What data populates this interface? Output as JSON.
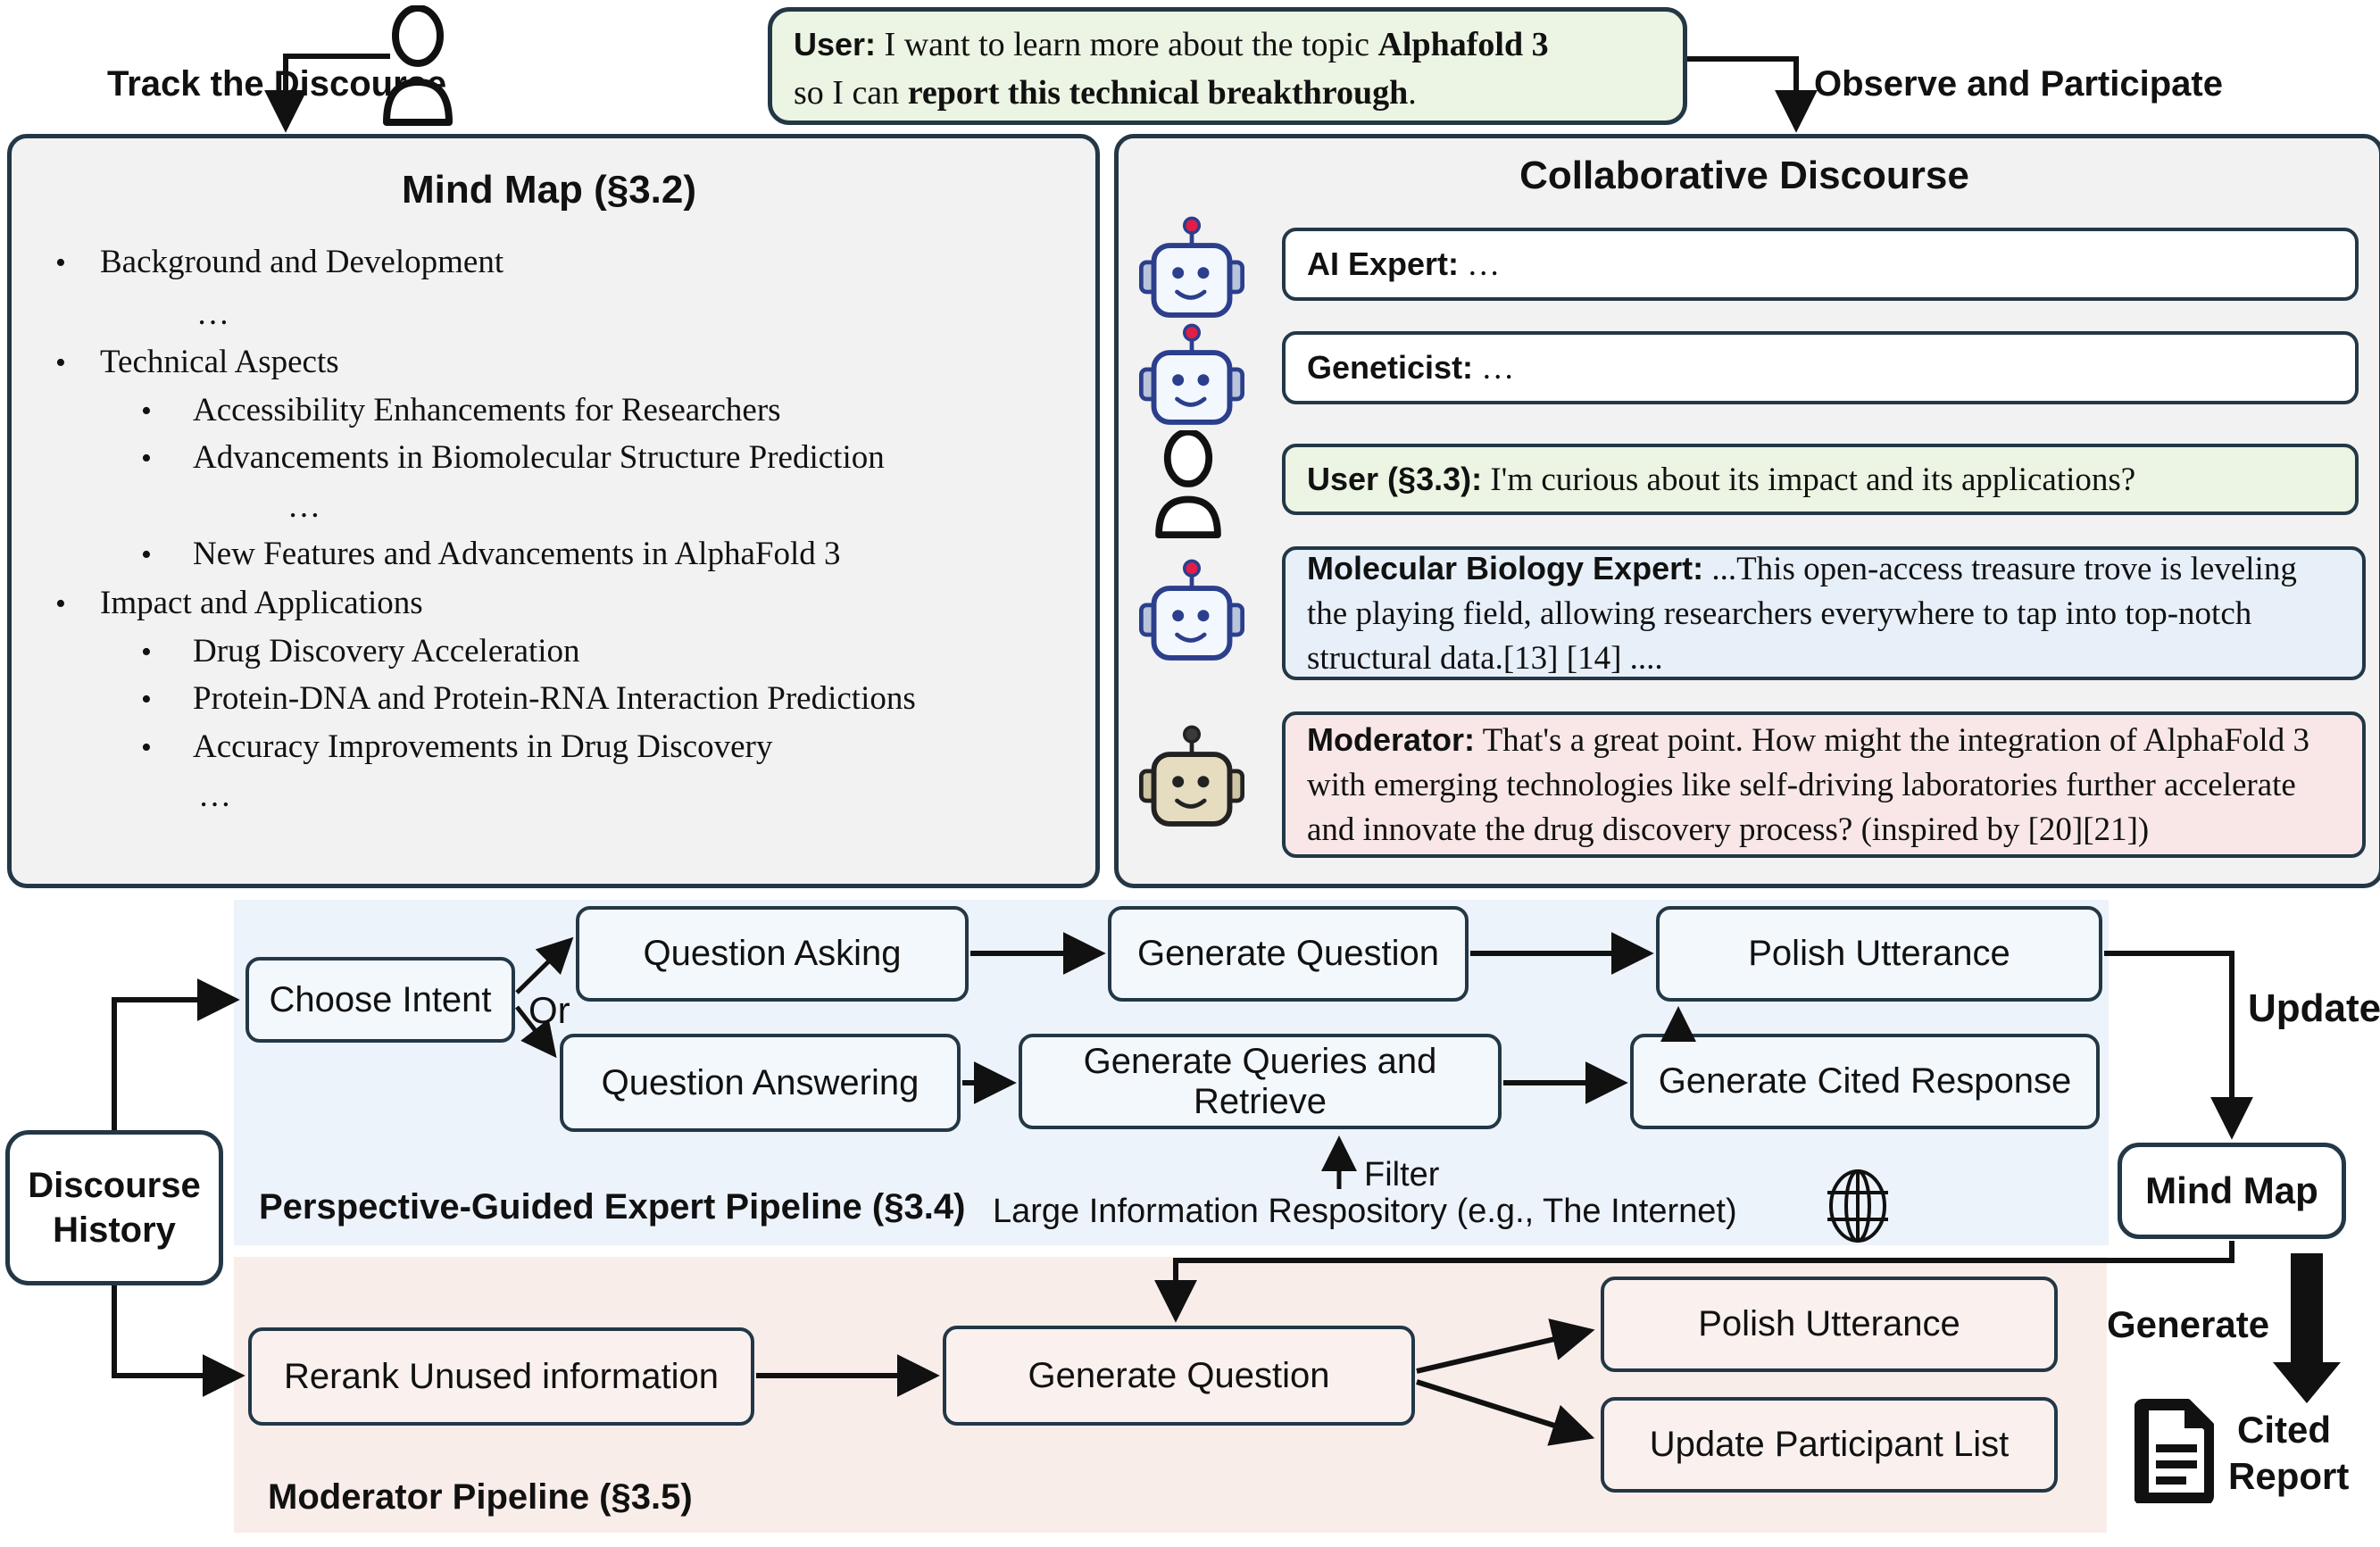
{
  "colors": {
    "outline": "#233746",
    "panel_bg": "#f2f2f3",
    "user_green": "#ecf4e3",
    "expert_blue": "#e7f0f9",
    "moderator_pink": "#f9e7e7",
    "expert_band": "#edf3fb",
    "moderator_band": "#f9edea",
    "flow_blue": "#f3f8fd",
    "flow_pink": "#faf1ef",
    "robot_blue_stroke": "#2b3f8c",
    "robot_antenna_red": "#e11d48",
    "robot_tan_fill": "#e6dcc0"
  },
  "header": {
    "track_label": "Track the Discourse",
    "observe_label": "Observe and Participate",
    "user_message": {
      "speaker": "User:",
      "t1": " I want to learn more about the topic ",
      "b1": "Alphafold 3",
      "t2": "so I can ",
      "b2": "report this technical breakthrough",
      "t3": "."
    }
  },
  "mind_map_panel": {
    "title": "Mind Map (§3.2)",
    "items": [
      {
        "text": "Background and Development"
      },
      {
        "text": "…"
      },
      {
        "text": "Technical Aspects"
      },
      {
        "text": "Accessibility Enhancements for Researchers"
      },
      {
        "text": "Advancements in Biomolecular Structure Prediction"
      },
      {
        "text": "…"
      },
      {
        "text": "New Features and Advancements in AlphaFold 3"
      },
      {
        "text": "Impact and Applications"
      },
      {
        "text": "Drug Discovery Acceleration"
      },
      {
        "text": "Protein-DNA and Protein-RNA Interaction Predictions"
      },
      {
        "text": "Accuracy Improvements in Drug Discovery"
      },
      {
        "text": "…"
      }
    ],
    "bullet": "•"
  },
  "discourse_panel": {
    "title": "Collaborative Discourse",
    "messages": [
      {
        "speaker": "AI Expert:",
        "text": " …"
      },
      {
        "speaker": "Geneticist:",
        "text": " …"
      },
      {
        "speaker": "User (§3.3):",
        "text": " I'm curious about its impact and its applications?"
      },
      {
        "speaker": "Molecular Biology Expert:",
        "text": " ...This open-access treasure trove is leveling the playing field, allowing researchers everywhere to tap into top-notch structural data.[13] [14] ...."
      },
      {
        "speaker": "Moderator:",
        "text": " That's a great point. How might the integration of AlphaFold 3 with emerging technologies like self-driving laboratories further accelerate and innovate the drug discovery process? (inspired by [20][21])"
      }
    ]
  },
  "expert_pipeline": {
    "label": "Perspective-Guided Expert Pipeline (§3.4)",
    "choose_intent": "Choose Intent",
    "or_label": "Or",
    "question_asking": "Question Asking",
    "question_answering": "Question Answering",
    "generate_question": "Generate Question",
    "polish_utterance": "Polish Utterance",
    "generate_queries": "Generate Queries and Retrieve",
    "generate_cited_response": "Generate Cited Response",
    "filter_label": "Filter",
    "repository_label": "Large Information Respository (e.g., The Internet)"
  },
  "moderator_pipeline": {
    "label": "Moderator Pipeline (§3.5)",
    "rerank": "Rerank Unused information",
    "generate_question": "Generate Question",
    "polish_utterance": "Polish Utterance",
    "update_participant_list": "Update Participant List"
  },
  "side": {
    "discourse_history_1": "Discourse",
    "discourse_history_2": "History",
    "update_label": "Update",
    "mind_map_box": "Mind Map",
    "generate_label": "Generate",
    "cited_1": "Cited",
    "cited_2": "Report"
  }
}
